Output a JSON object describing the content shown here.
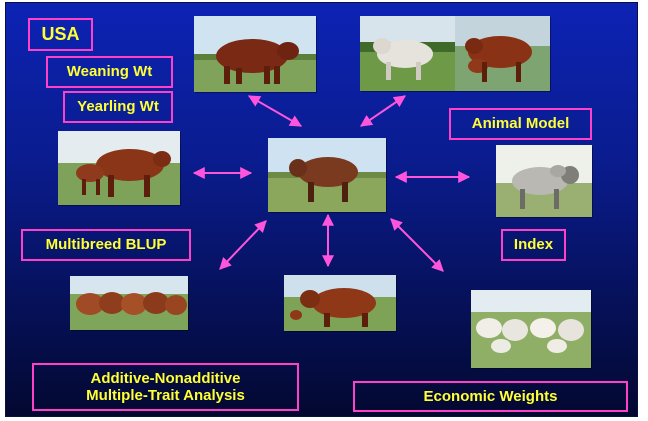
{
  "labels": {
    "country": "USA",
    "weaning": "Weaning Wt",
    "yearling": "Yearling Wt",
    "animal_model": "Animal Model",
    "multibreed": "Multibreed BLUP",
    "index": "Index",
    "additive_line1": "Additive-Nonadditive",
    "additive_line2": "Multiple-Trait Analysis",
    "economic": "Economic Weights"
  },
  "colors": {
    "background_top": "#0d23b4",
    "background_bottom": "#030830",
    "label_text": "#ffff33",
    "label_border": "#ff40c8",
    "arrow": "#ff55dd"
  },
  "photos": [
    "red-bull-top-center",
    "brahman-and-red-cow-top-right",
    "red-cow-with-calf-left",
    "brown-bull-center",
    "gray-bull-right",
    "red-cattle-herd-bottom-left",
    "red-cow-bottom-center",
    "white-cattle-bottom-right"
  ]
}
